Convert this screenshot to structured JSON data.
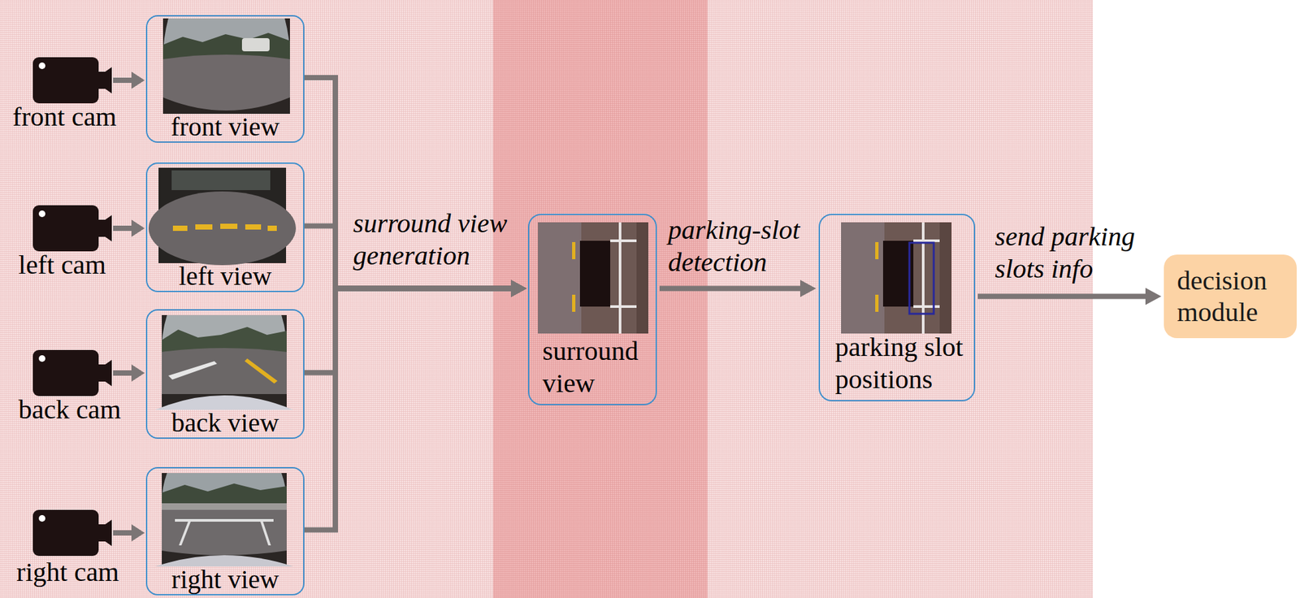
{
  "diagram": {
    "nodes": [
      {
        "text": [
          "front view"
        ]
      },
      {
        "text": [
          "left view"
        ]
      },
      {
        "text": [
          "back view"
        ]
      },
      {
        "text": [
          "right view"
        ]
      },
      {
        "text": [
          "surround view"
        ]
      },
      {
        "text": [
          "parking slot positions"
        ]
      },
      {
        "text": [
          "decision module"
        ]
      }
    ],
    "edges": [
      {
        "from": 0,
        "to": 4,
        "arrow": "to",
        "label": "surround view generation"
      },
      {
        "from": 1,
        "to": 4,
        "arrow": "to"
      },
      {
        "from": 2,
        "to": 4,
        "arrow": "to"
      },
      {
        "from": 3,
        "to": 4,
        "arrow": "to"
      },
      {
        "from": 4,
        "to": 5,
        "arrow": "to",
        "label": "parking-slot detection"
      },
      {
        "from": 5,
        "to": 6,
        "arrow": "to",
        "label": "send parking slots info"
      }
    ],
    "labels": [
      "front cam",
      "left cam",
      "back cam",
      "right cam"
    ]
  }
}
